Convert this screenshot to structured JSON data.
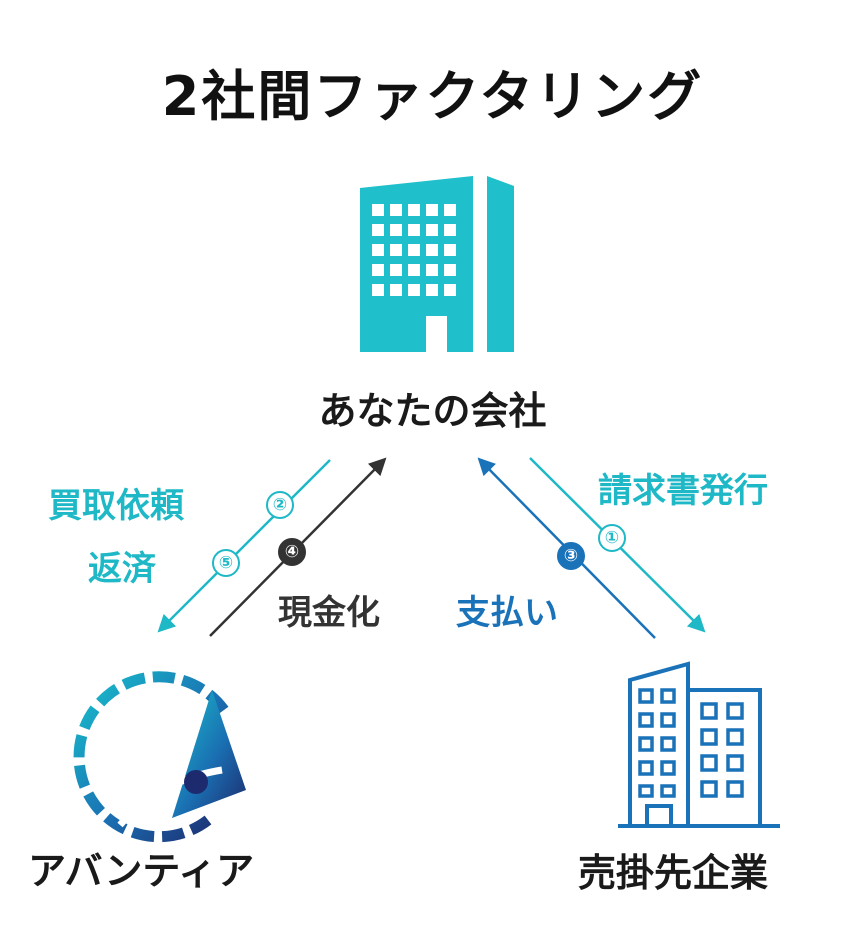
{
  "title": "2社間ファクタリング",
  "nodes": {
    "you": {
      "label": "あなたの会社",
      "icon": "office-building-icon"
    },
    "avantia": {
      "label": "アバンティア",
      "icon": "avantia-logo-icon"
    },
    "customer": {
      "label": "売掛先企業",
      "icon": "office-buildings-outline-icon"
    }
  },
  "flows": {
    "step1": {
      "num": "①",
      "label": "請求書発行"
    },
    "step2": {
      "num": "②",
      "label": "買取依頼"
    },
    "step3": {
      "num": "③",
      "label": "支払い"
    },
    "step4": {
      "num": "④",
      "label": "現金化"
    },
    "step5": {
      "num": "⑤",
      "label": "返済"
    }
  },
  "colors": {
    "teal": "#1fb8c6",
    "blue": "#1a72b9",
    "dark": "#333333",
    "navy": "#1d2a6e",
    "text": "#111111"
  }
}
